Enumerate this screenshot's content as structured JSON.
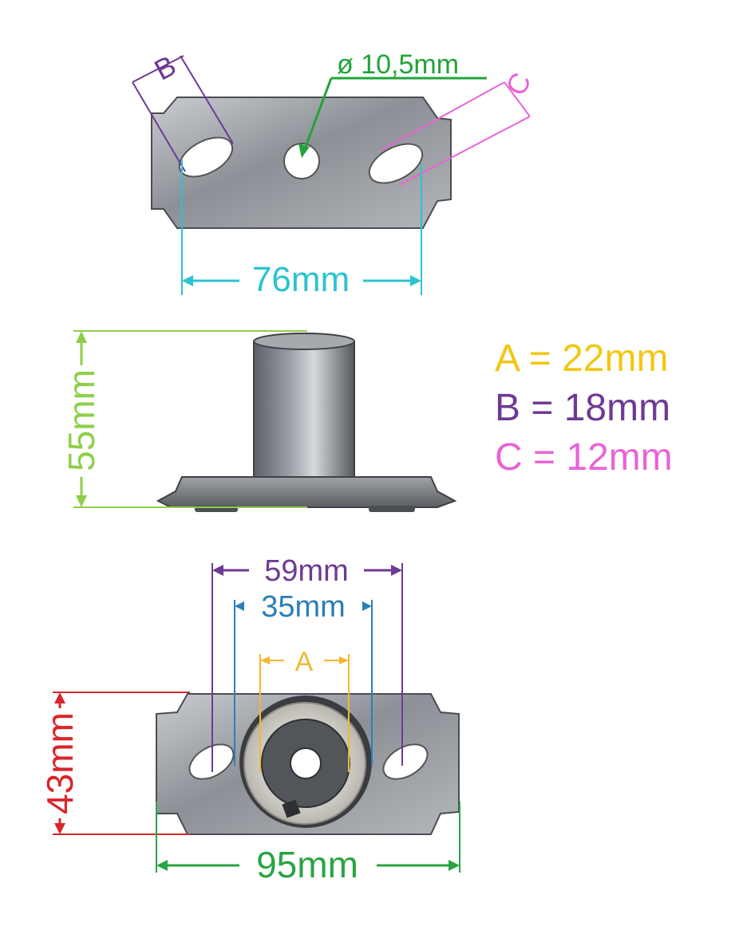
{
  "top_view": {
    "label_b": "B",
    "label_hole": "ø 10,5mm",
    "label_c": "C",
    "label_width": "76mm"
  },
  "side_view": {
    "label_height": "55mm"
  },
  "legend": {
    "a": "A = 22mm",
    "b": "B = 18mm",
    "c": "C = 12mm"
  },
  "bottom_view": {
    "label_59": "59mm",
    "label_35": "35mm",
    "label_a": "A",
    "label_43": "43mm",
    "label_95": "95mm"
  },
  "colors": {
    "cyan": "#2bc3cf",
    "green": "#22a33a",
    "magenta": "#e36fd8",
    "purple": "#6e3a93",
    "lime": "#8ecf4a",
    "orange": "#f2b830",
    "blue": "#2c7fb8",
    "red": "#d9262a",
    "dark_green": "#2aa444",
    "pink": "#e864d6"
  }
}
